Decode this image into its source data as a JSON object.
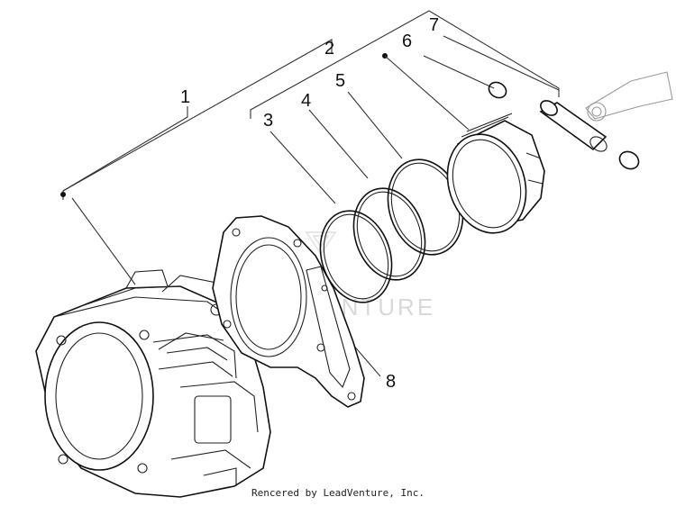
{
  "diagram": {
    "callouts": [
      {
        "id": "1",
        "label": "1"
      },
      {
        "id": "2",
        "label": "2"
      },
      {
        "id": "3",
        "label": "3"
      },
      {
        "id": "4",
        "label": "4"
      },
      {
        "id": "5",
        "label": "5"
      },
      {
        "id": "6",
        "label": "6"
      },
      {
        "id": "7",
        "label": "7"
      },
      {
        "id": "8",
        "label": "8"
      }
    ],
    "watermark": "LEADVENTURE",
    "credit": "Rencered by LeadVenture, Inc."
  }
}
